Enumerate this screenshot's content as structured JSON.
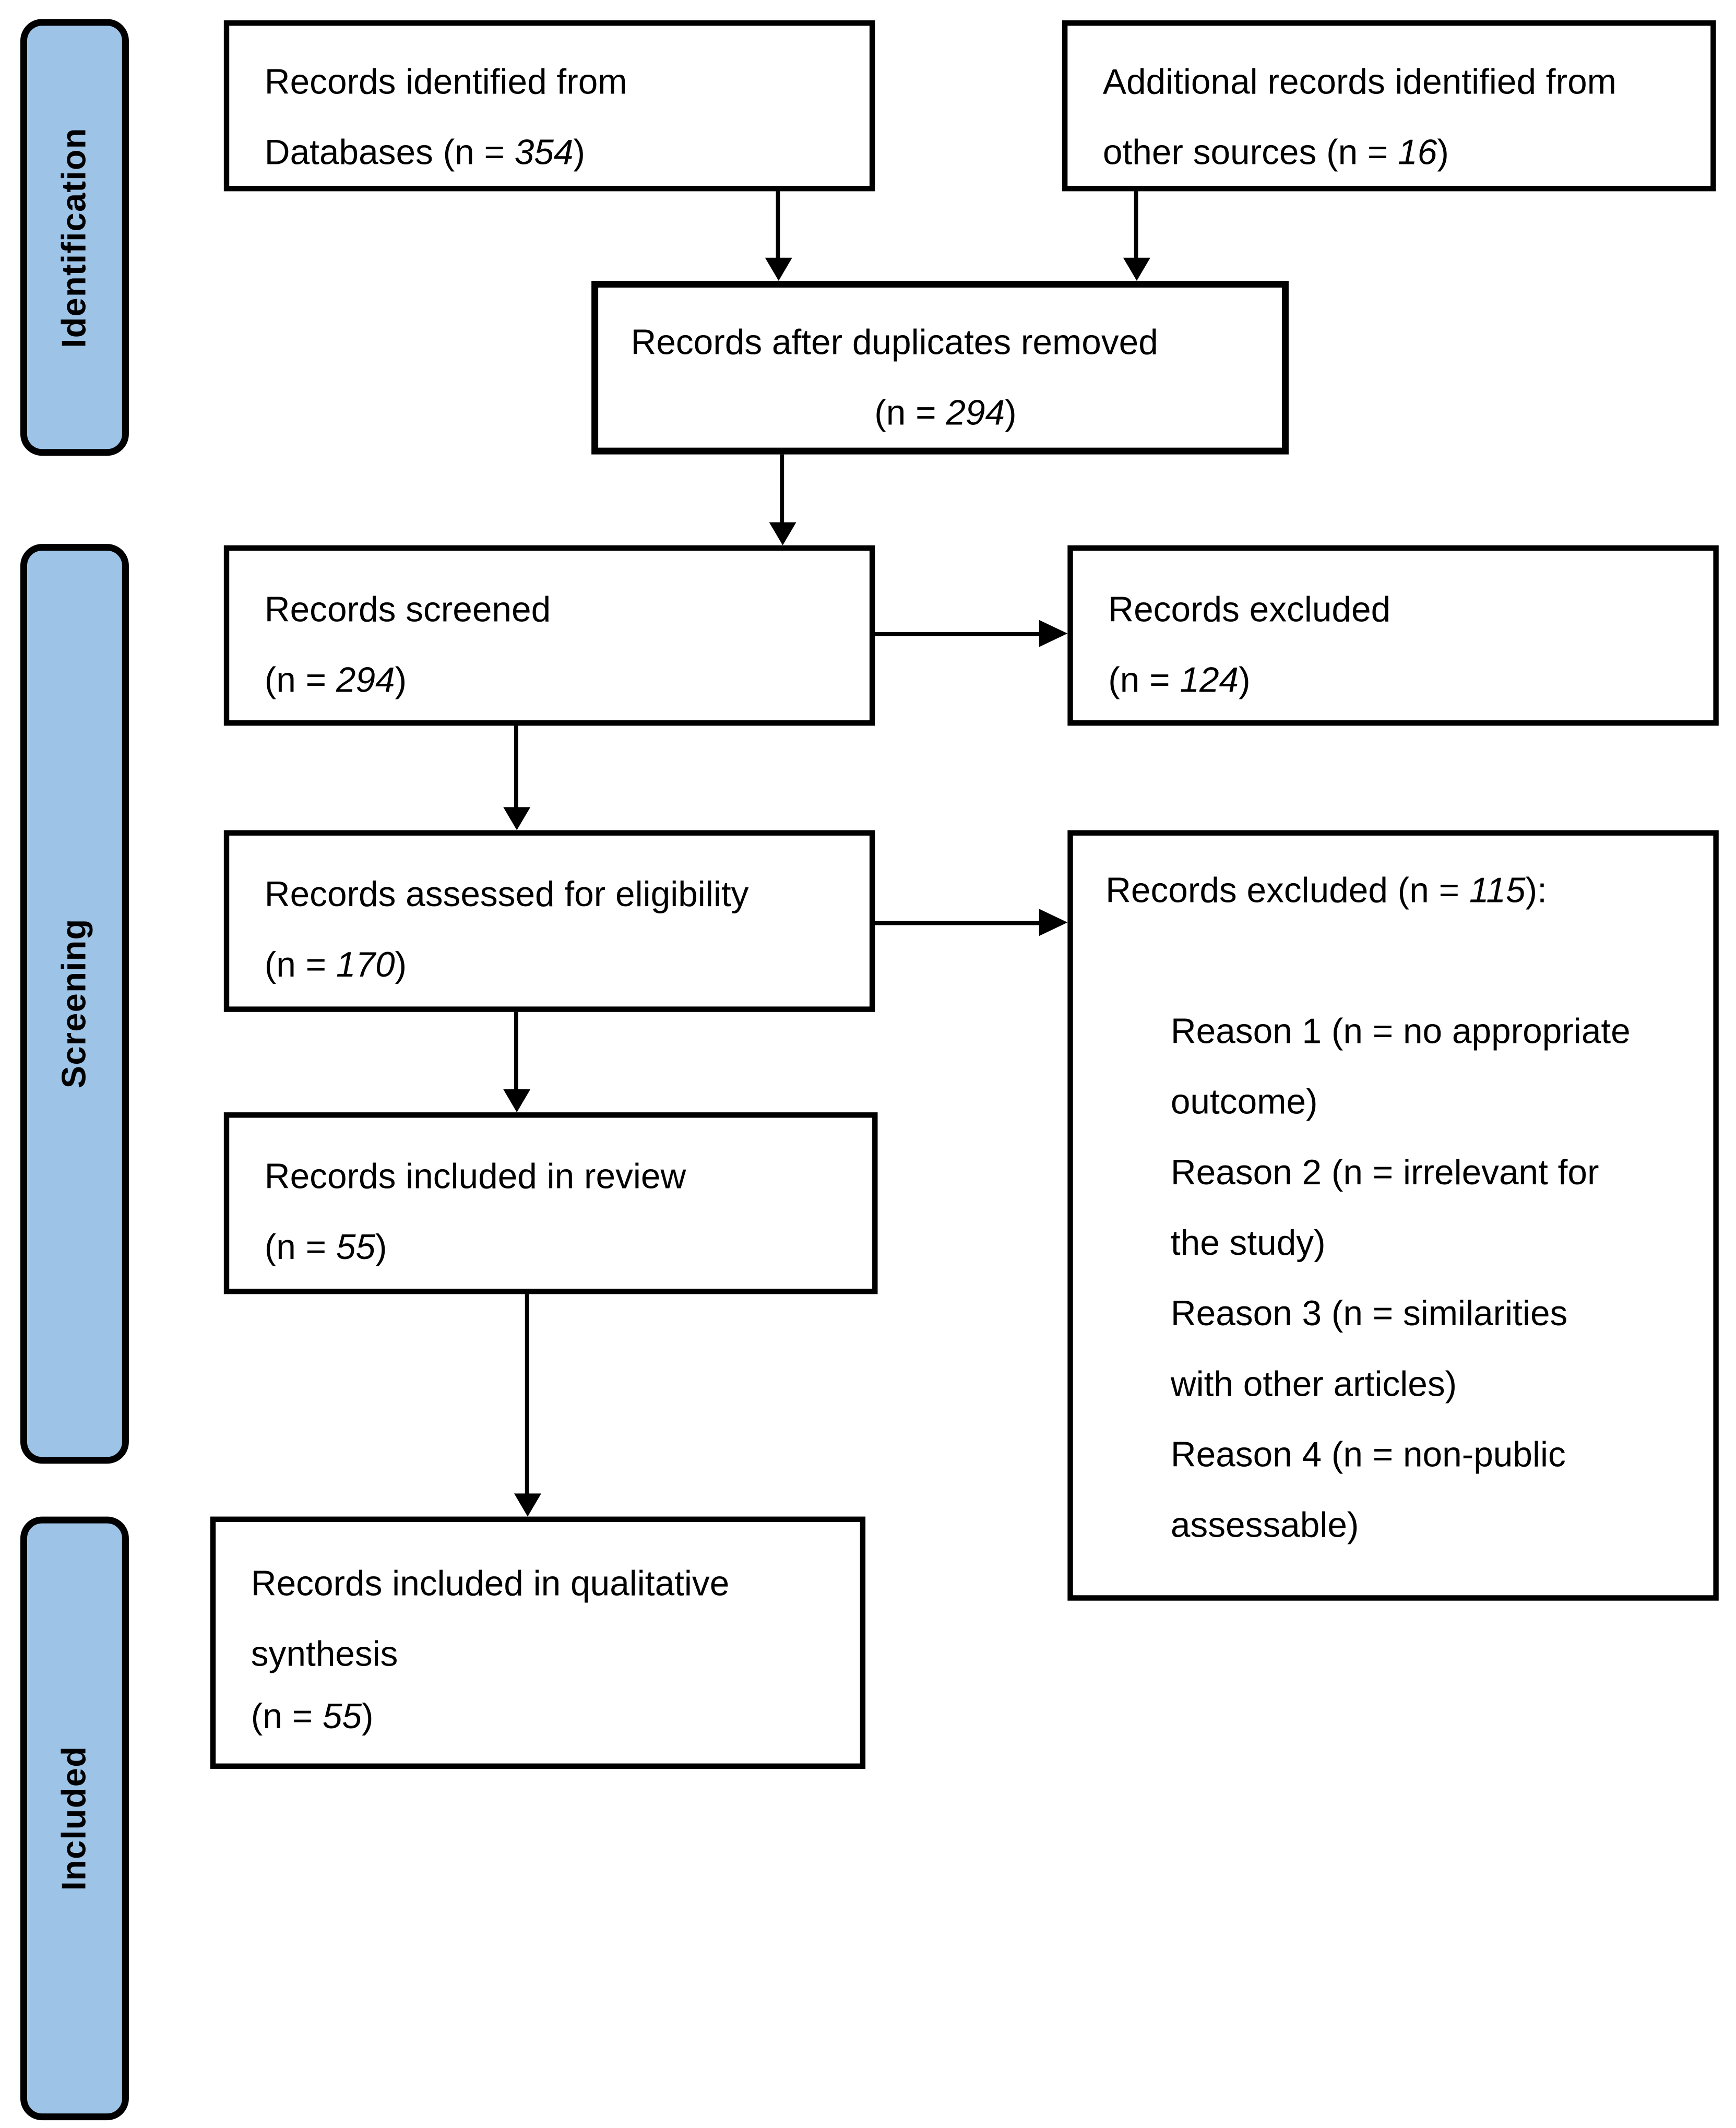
{
  "colors": {
    "sidebar_blue": "#9DC3E6",
    "line_black": "#000000",
    "background": "#ffffff"
  },
  "sidebar": {
    "identification": "Identification",
    "screening": "Screening",
    "included": "Included"
  },
  "boxes": {
    "identified": {
      "line1": "Records identified from",
      "line2_prefix": "Databases (n = ",
      "n": "354",
      "line2_suffix": ")"
    },
    "additional": {
      "line1": "Additional records identified from",
      "line2_prefix": "other sources (n = ",
      "n": "16",
      "line2_suffix": ")"
    },
    "duplicates": {
      "line1": "Records after duplicates removed",
      "line2_prefix": "(n = ",
      "n": "294",
      "line2_suffix": ")"
    },
    "screened": {
      "line1": "Records screened",
      "line2_prefix": "(n = ",
      "n": "294",
      "line2_suffix": ")"
    },
    "excluded_screening": {
      "line1": "Records excluded",
      "line2_prefix": "(n = ",
      "n": "124",
      "line2_suffix": ")"
    },
    "assessed": {
      "line1": "Records assessed for eligibility",
      "line2_prefix": "(n = ",
      "n": "170",
      "line2_suffix": ")"
    },
    "excluded_eligibility": {
      "title_prefix": "Records excluded (n = ",
      "n": "115",
      "title_suffix": "):",
      "reasons": [
        {
          "line1": "Reason 1 (n = no appropriate",
          "line2": "outcome)"
        },
        {
          "line1": "Reason 2 (n = irrelevant for",
          "line2": "the study)"
        },
        {
          "line1": "Reason 3 (n = similarities",
          "line2": "with other articles)"
        },
        {
          "line1": "Reason 4 (n = non-public",
          "line2": "assessable)"
        }
      ]
    },
    "review": {
      "line1": "Records included in review",
      "line2_prefix": "(n = ",
      "n": "55",
      "line2_suffix": ")"
    },
    "synthesis": {
      "line1": "Records included in qualitative",
      "line2": "synthesis",
      "line3_prefix": "(n = ",
      "n": "55",
      "line3_suffix": ")"
    }
  }
}
